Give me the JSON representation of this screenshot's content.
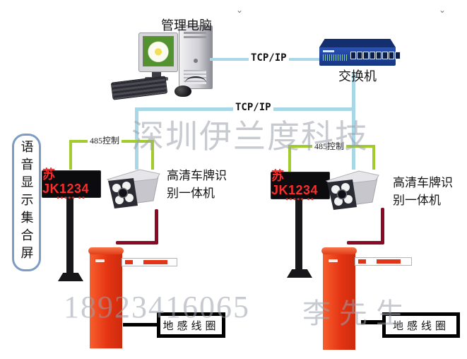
{
  "computer": {
    "label": "管理电脑"
  },
  "network_switch": {
    "label": "交换机"
  },
  "links": {
    "tcpip_top": "TCP/IP",
    "tcpip_bus": "TCP/IP",
    "rs485_left": "485控制",
    "rs485_right": "485控制"
  },
  "voice_panel": {
    "label": "语音显示集合屏"
  },
  "lanes": [
    {
      "led_plate": "苏JK1234",
      "led_subtext": "▪▪▪▪▪ ▪▪",
      "camera_label_line1": "高清车牌识",
      "camera_label_line2": "别一体机",
      "coil_label": "地感线圈"
    },
    {
      "led_plate": "苏JK1234",
      "led_subtext": "▪▪▪▪▪ ▪▪",
      "camera_label_line1": "高清车牌识",
      "camera_label_line2": "别一体机",
      "coil_label": "地感线圈"
    }
  ],
  "watermarks": {
    "company": "深圳伊兰度科技",
    "phone": "18923416065",
    "contact": "李先生"
  },
  "stray_marks": {
    "left": "⌄",
    "right": "⌄"
  },
  "colors": {
    "tcpip_line": "#a8d8e8",
    "rs485_line": "#a2cc2d",
    "camera_cable": "#8b0a26",
    "barrier_red": "#e8391e",
    "led_text": "#ff2a2a",
    "switch_body": "#1e42a0",
    "panel_border": "#7d9cc4",
    "watermark": "#9ba0aa"
  }
}
